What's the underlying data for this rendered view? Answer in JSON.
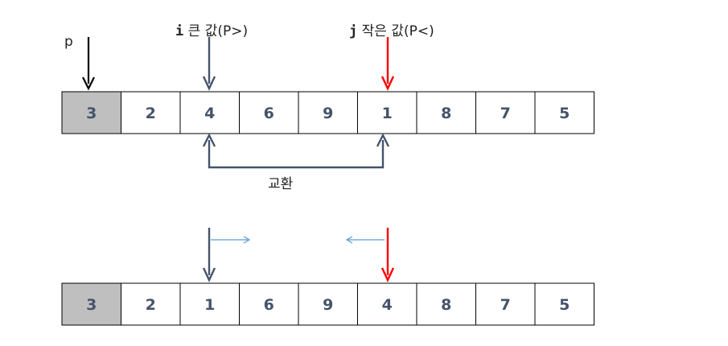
{
  "labels": {
    "p": "p",
    "i_letter": "i",
    "i_text": "큰 값(P>)",
    "j_letter": "j",
    "j_text": "작은 값(P<)",
    "swap": "교환"
  },
  "arrays": [
    {
      "values": [
        "3",
        "2",
        "4",
        "6",
        "9",
        "1",
        "8",
        "7",
        "5"
      ]
    },
    {
      "values": [
        "3",
        "2",
        "1",
        "6",
        "9",
        "4",
        "8",
        "7",
        "5"
      ]
    }
  ],
  "colors": {
    "pivot_fill": "#bfbfbf",
    "cell_fill": "#ffffff",
    "cell_border": "#000000",
    "cell_text": "#44546a",
    "i_arrow": "#44546a",
    "j_arrow": "#ff0000",
    "p_arrow": "#000000",
    "swap_line": "#44546a",
    "move_arrow": "#5b9bd5"
  }
}
